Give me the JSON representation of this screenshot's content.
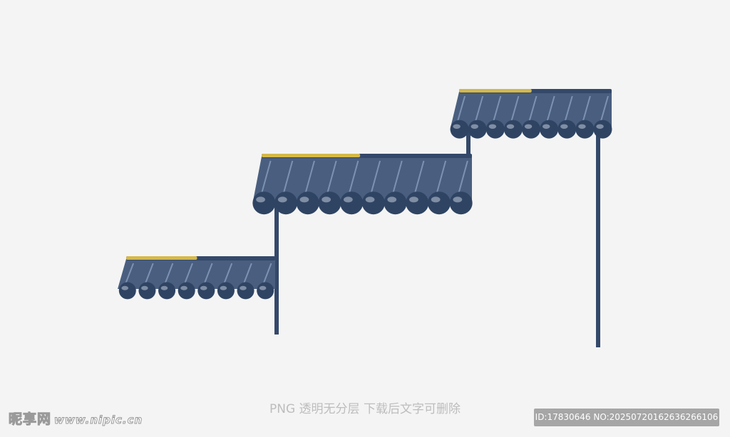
{
  "caption": "PNG 透明无分层 下载后文字可删除",
  "watermark": {
    "logo": "昵享网",
    "url": "www.nipic.cn"
  },
  "id_label": "ID:17830646 NO:20250720162636266106",
  "colors": {
    "tile": "#4a5f80",
    "tile_dark": "#2f4463",
    "gold": "#d4b84a",
    "post": "#34496a",
    "bg": "#f4f4f4"
  }
}
